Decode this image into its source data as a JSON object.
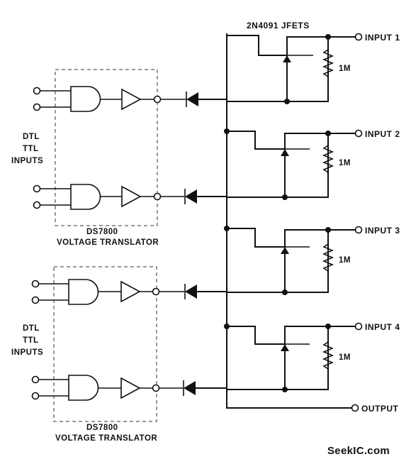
{
  "labels": {
    "jfets": "2N4091 JFETS",
    "input_1": "INPUT 1",
    "input_2": "INPUT 2",
    "input_3": "INPUT 3",
    "input_4": "INPUT 4",
    "output": "OUTPUT",
    "resistor": "1M",
    "dtl": "DTL",
    "ttl": "TTL",
    "inputs": "INPUTS",
    "ds7800": "DS7800",
    "translator": "VOLTAGE TRANSLATOR",
    "watermark": "SeekIC.com"
  },
  "colors": {
    "ink": "#111111",
    "background": "#ffffff",
    "dashed_box": "#333333"
  }
}
